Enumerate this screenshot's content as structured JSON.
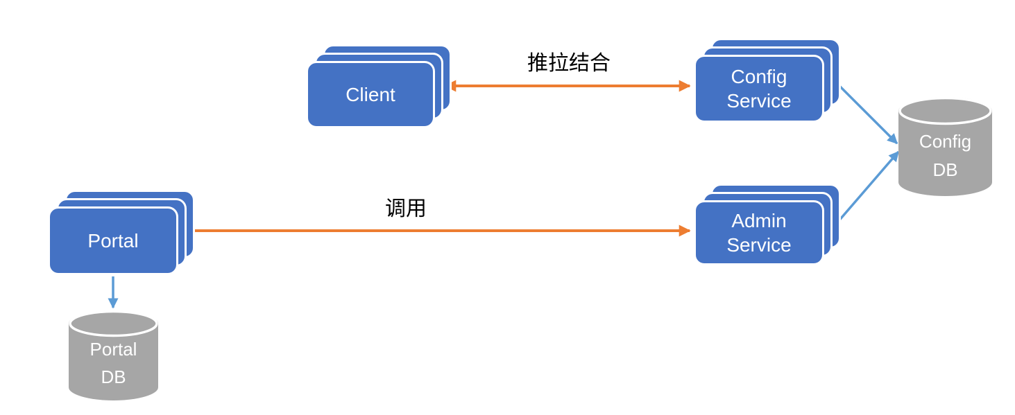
{
  "nodes": {
    "client": {
      "label": "Client"
    },
    "config_service": {
      "line1": "Config",
      "line2": "Service"
    },
    "admin_service": {
      "line1": "Admin",
      "line2": "Service"
    },
    "portal": {
      "label": "Portal"
    },
    "config_db": {
      "line1": "Config",
      "line2": "DB"
    },
    "portal_db": {
      "line1": "Portal",
      "line2": "DB"
    }
  },
  "edges": {
    "client_config_service": {
      "label": "推拉结合",
      "from": "Client",
      "to": "Config Service",
      "direction": "bidirectional"
    },
    "portal_admin_service": {
      "label": "调用",
      "from": "Portal",
      "to": "Admin Service",
      "direction": "forward"
    },
    "config_service_config_db": {
      "from": "Config Service",
      "to": "Config DB"
    },
    "admin_service_config_db": {
      "from": "Admin Service",
      "to": "Config DB"
    },
    "portal_portal_db": {
      "from": "Portal",
      "to": "Portal DB"
    }
  },
  "colors": {
    "node_blue": "#4472C4",
    "db_gray": "#A6A6A6",
    "arrow_orange": "#ED7D31",
    "arrow_blue": "#5B9BD5",
    "label_black": "#000000"
  }
}
